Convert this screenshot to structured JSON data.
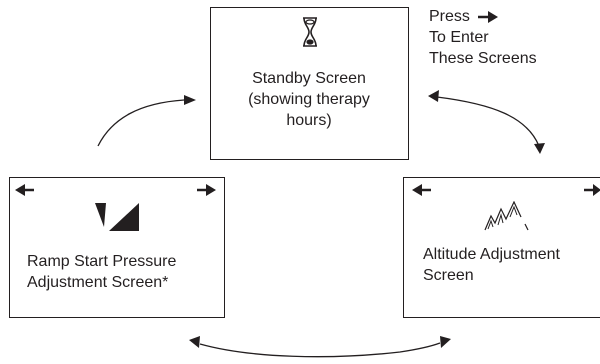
{
  "standby": {
    "line1": "Standby Screen",
    "line2": "(showing therapy",
    "line3": "hours)",
    "icon": "hourglass-icon"
  },
  "ramp": {
    "line1": "Ramp Start Pressure",
    "line2": "Adjustment Screen*",
    "icon": "ramp-triangle-icon"
  },
  "altitude": {
    "line1": "Altitude Adjustment",
    "line2": "Screen",
    "icon": "mountain-peaks-icon"
  },
  "note": {
    "line1": "Press",
    "line2": "To Enter",
    "line3": "These Screens",
    "icon": "right-arrow-icon"
  },
  "colors": {
    "ink": "#231f20",
    "background": "#ffffff"
  }
}
